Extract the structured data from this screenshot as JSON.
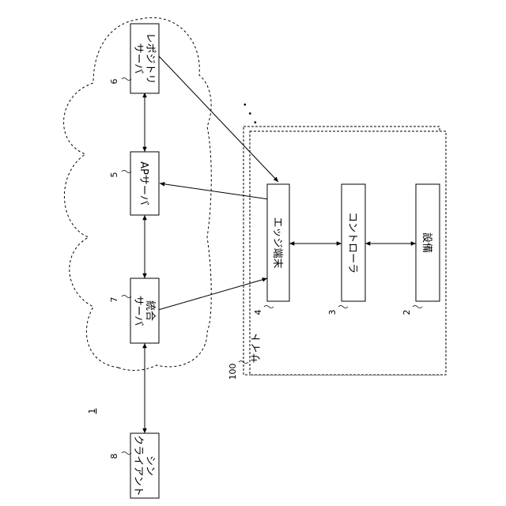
{
  "figure": {
    "ref_main": "1",
    "site_label": "サイト",
    "site_ref": "100",
    "continuation": "・・・"
  },
  "nodes": {
    "registry_server": {
      "line1": "レポジトリ",
      "line2": "サーバ",
      "ref": "6"
    },
    "ap_server": {
      "label": "APサーバ",
      "ref": "5"
    },
    "integration_server": {
      "line1": "統合",
      "line2": "サーバ",
      "ref": "7"
    },
    "thin_client": {
      "line1": "シン",
      "line2": "クライアント",
      "ref": "8"
    },
    "edge_terminal": {
      "label": "エッジ端末",
      "ref": "4"
    },
    "controller": {
      "label": "コントローラ",
      "ref": "3"
    },
    "equipment": {
      "label": "設備",
      "ref": "2"
    }
  }
}
